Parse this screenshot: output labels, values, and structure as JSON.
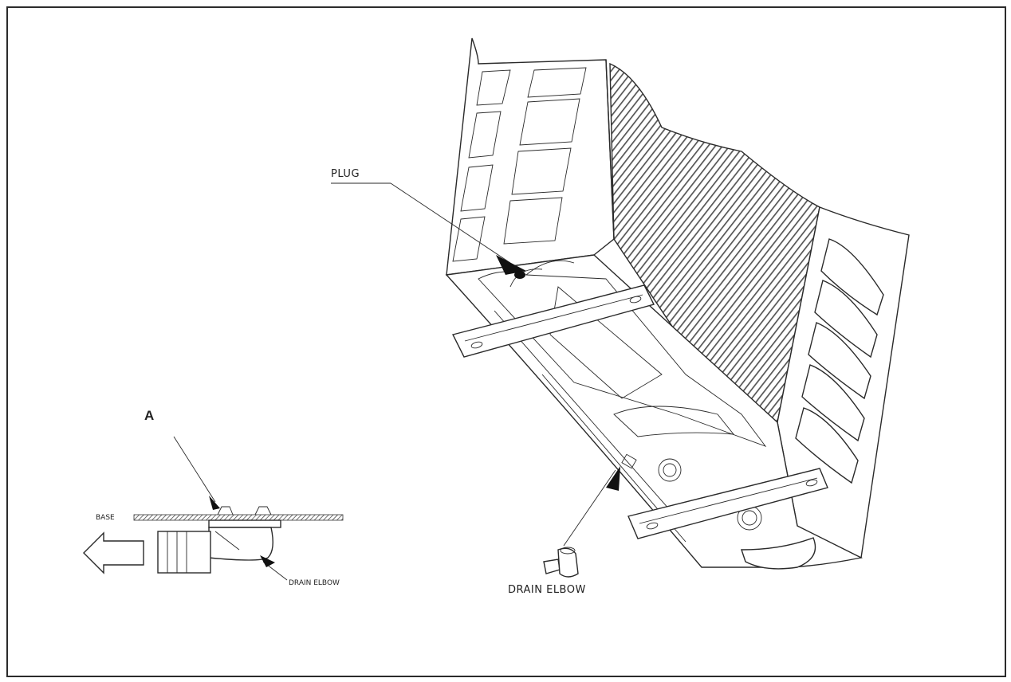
{
  "labels": {
    "plug": "PLUG",
    "detail_marker": "A",
    "base": "BASE",
    "drain_elbow_detail": "DRAIN ELBOW",
    "drain_elbow_main": "DRAIN ELBOW"
  },
  "colors": {
    "line": "#2a2a2a",
    "grille": "#555555",
    "background": "#ffffff"
  }
}
